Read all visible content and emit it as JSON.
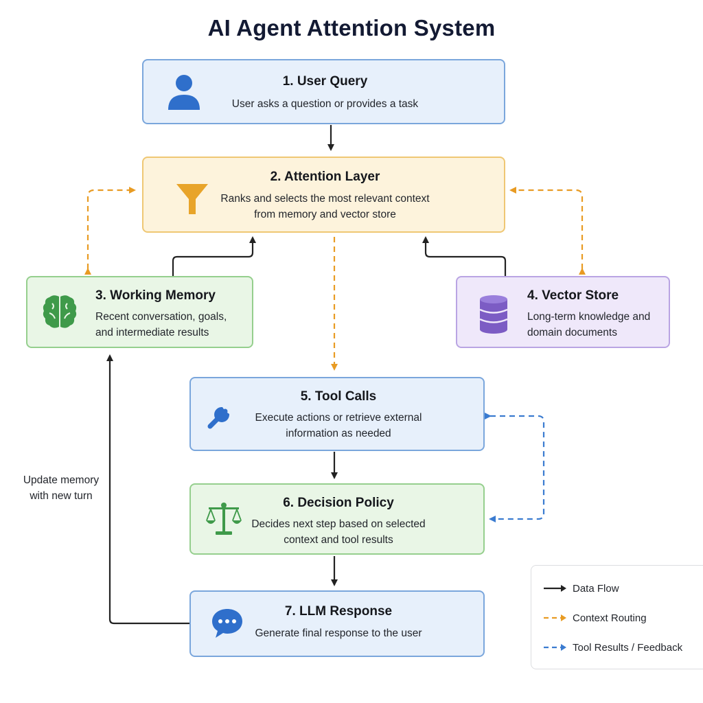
{
  "title": "AI Agent Attention System",
  "nodes": [
    {
      "id": "user-query",
      "title": "1. User Query",
      "desc": [
        "User asks a question or provides a task"
      ],
      "icon": "person-icon"
    },
    {
      "id": "attention-layer",
      "title": "2. Attention Layer",
      "desc": [
        "Ranks and selects the most relevant context",
        "from memory and vector store"
      ],
      "icon": "funnel-icon"
    },
    {
      "id": "working-memory",
      "title": "3. Working Memory",
      "desc": [
        "Recent conversation, goals,",
        "and intermediate results"
      ],
      "icon": "brain-icon"
    },
    {
      "id": "vector-store",
      "title": "4. Vector Store",
      "desc": [
        "Long-term knowledge and",
        "domain documents"
      ],
      "icon": "database-icon"
    },
    {
      "id": "tool-calls",
      "title": "5. Tool Calls",
      "desc": [
        "Execute actions or retrieve external",
        "information as needed"
      ],
      "icon": "wrench-icon"
    },
    {
      "id": "decision-policy",
      "title": "6. Decision Policy",
      "desc": [
        "Decides next step based on selected",
        "context and tool results"
      ],
      "icon": "scale-icon"
    },
    {
      "id": "llm-response",
      "title": "7. LLM Response",
      "desc": [
        "Generate final response to the user"
      ],
      "icon": "chat-bubble-icon"
    }
  ],
  "side_label": [
    "Update memory",
    "with new turn"
  ],
  "legend": [
    {
      "label": "Data Flow",
      "style": "solid",
      "color": "#222222"
    },
    {
      "label": "Context Routing",
      "style": "dashed",
      "color": "#e89b23"
    },
    {
      "label": "Tool Results / Feedback",
      "style": "dashed",
      "color": "#3a7bd0"
    }
  ],
  "colors": {
    "data_flow": "#222222",
    "context_routing": "#e89b23",
    "tool_feedback": "#3a7bd0",
    "blue_node": "#e7f0fb",
    "yellow_node": "#fdf3dc",
    "green_node": "#e9f6e6",
    "purple_node": "#efe8fa"
  }
}
